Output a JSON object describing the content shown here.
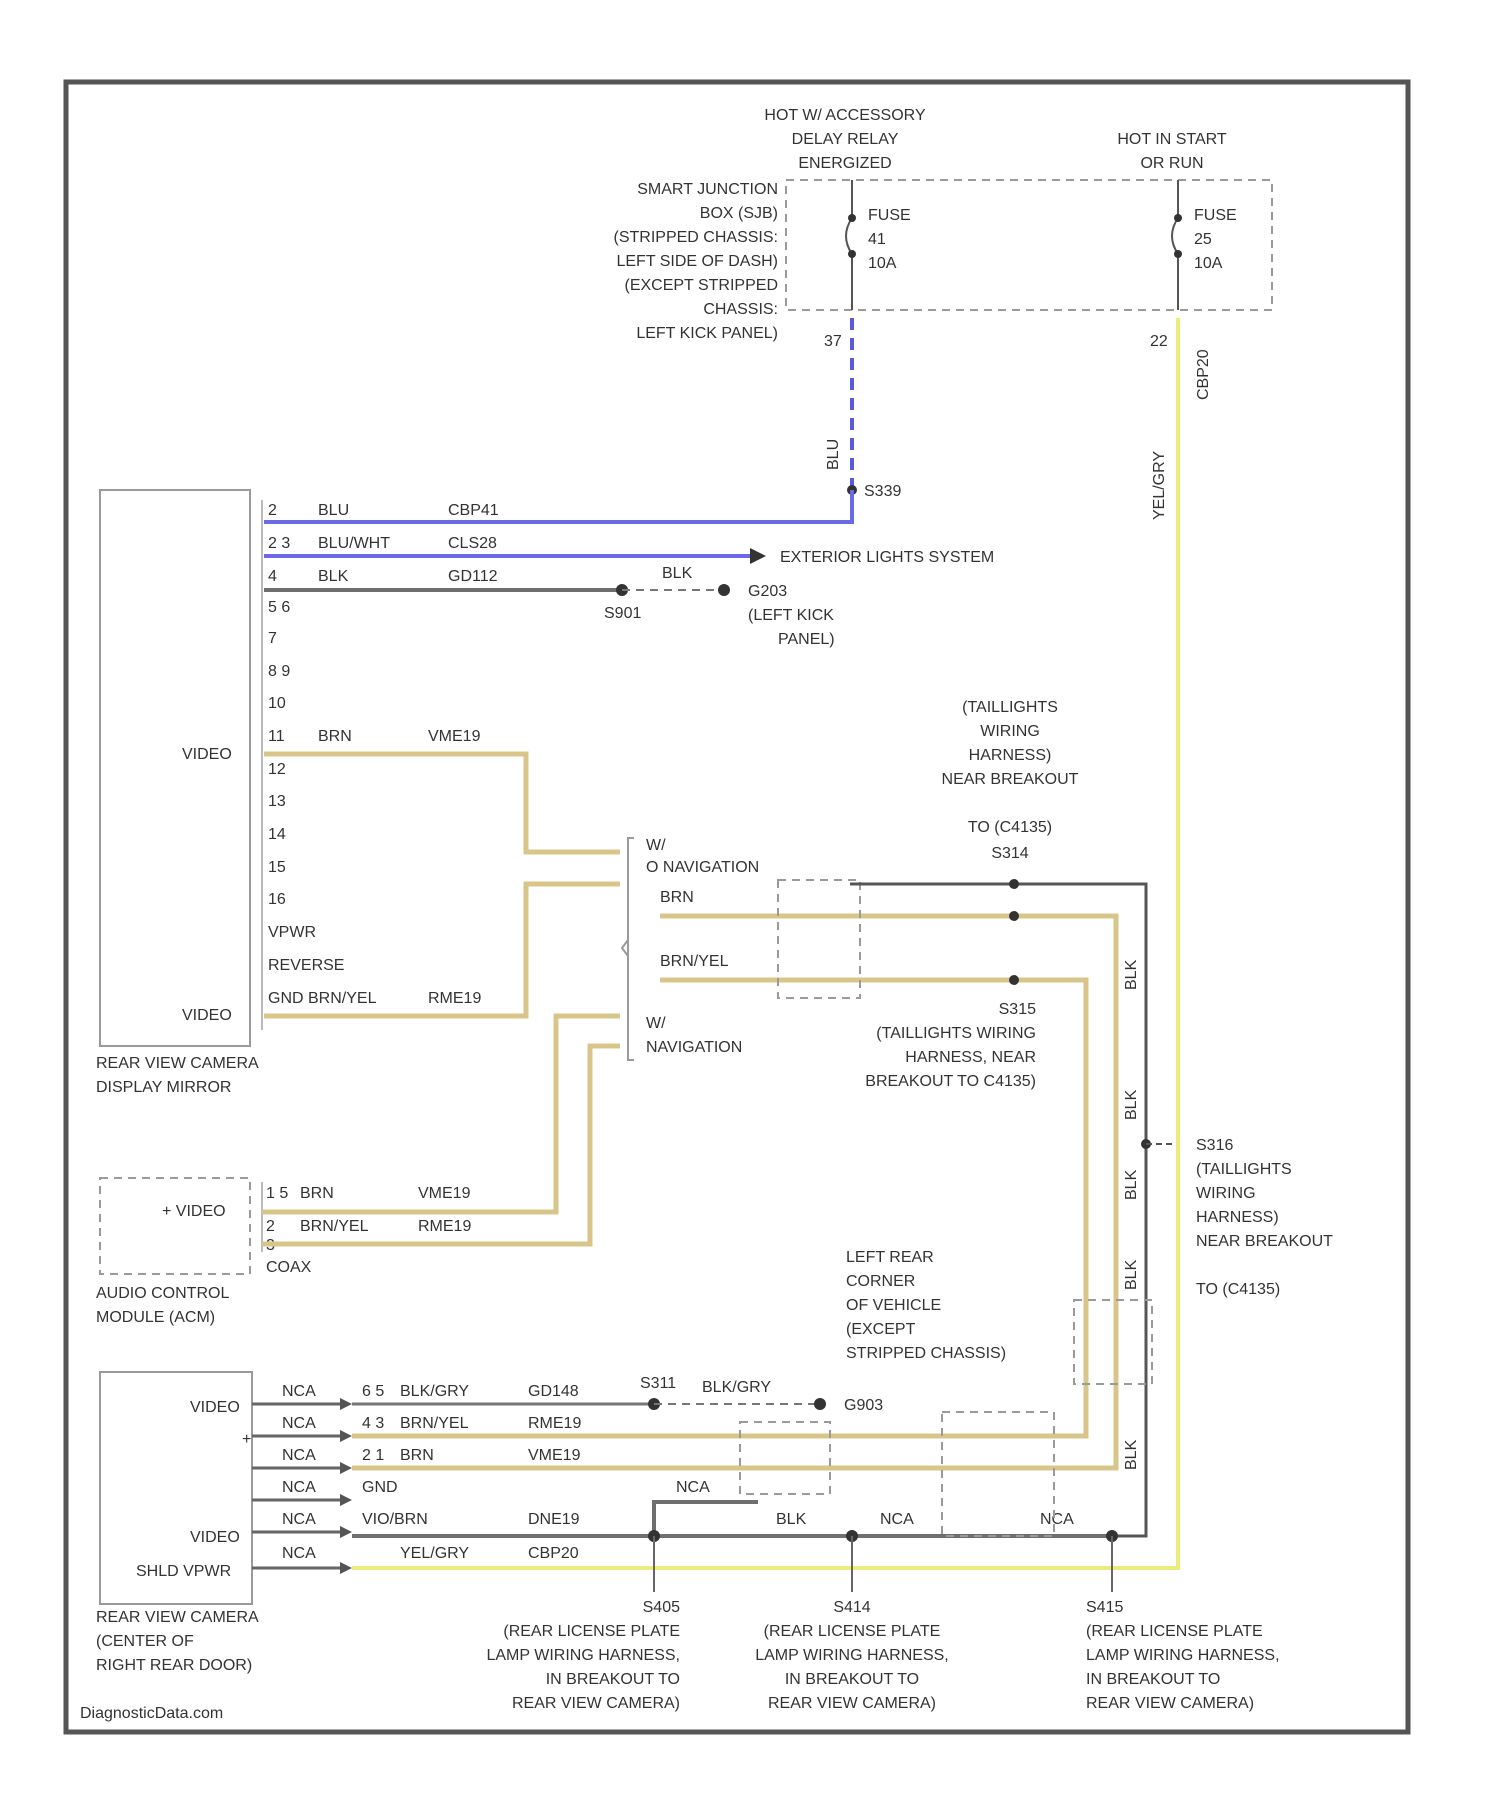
{
  "source_label": "DiagnosticData.com",
  "top": {
    "hot_accessory": [
      "HOT W/ ACCESSORY",
      "DELAY RELAY",
      "ENERGIZED"
    ],
    "hot_start": [
      "HOT IN START",
      "OR RUN"
    ],
    "sjb": [
      "SMART JUNCTION",
      "BOX (SJB)",
      "(STRIPPED CHASSIS:",
      "LEFT SIDE OF DASH)",
      "(EXCEPT STRIPPED",
      "CHASSIS:",
      "LEFT KICK PANEL)"
    ],
    "fuse_a": [
      "FUSE",
      "41",
      "10A"
    ],
    "fuse_b": [
      "FUSE",
      "25",
      "10A"
    ],
    "pin_a": "37",
    "pin_b": "22",
    "wire_a": "BLU",
    "wire_b": "YEL/GRY",
    "wire_b_circuit": "CBP20"
  },
  "mirror": {
    "title": [
      "REAR VIEW CAMERA",
      "DISPLAY MIRROR"
    ],
    "video_top": "VIDEO",
    "video_bottom": "VIDEO",
    "pins": [
      {
        "pin": "2",
        "color": "BLU",
        "circuit": "CBP41"
      },
      {
        "pin": "2 3",
        "color": "BLU/WHT",
        "circuit": "CLS28"
      },
      {
        "pin": "4",
        "color": "BLK",
        "circuit": "GD112"
      },
      {
        "pin": "5 6",
        "color": "",
        "circuit": ""
      },
      {
        "pin": "7",
        "color": "",
        "circuit": ""
      },
      {
        "pin": "8 9",
        "color": "",
        "circuit": ""
      },
      {
        "pin": "10",
        "color": "",
        "circuit": ""
      },
      {
        "pin": "11",
        "color": "BRN",
        "circuit": "VME19"
      },
      {
        "pin": "12",
        "color": "",
        "circuit": ""
      },
      {
        "pin": "13",
        "color": "",
        "circuit": ""
      },
      {
        "pin": "14",
        "color": "",
        "circuit": ""
      },
      {
        "pin": "15",
        "color": "",
        "circuit": ""
      },
      {
        "pin": "16",
        "color": "",
        "circuit": ""
      },
      {
        "pin": "VPWR",
        "color": "",
        "circuit": ""
      },
      {
        "pin": "REVERSE",
        "color": "",
        "circuit": ""
      },
      {
        "pin": "GND BRN/YEL",
        "color": "",
        "circuit": "RME19"
      }
    ]
  },
  "splices": {
    "s339": "S339",
    "s901": "S901",
    "s314_top": "S314",
    "s315": "S315",
    "s316": "S316",
    "s311": "S311",
    "s405": "S405",
    "s414": "S414",
    "s415": "S415"
  },
  "ground": {
    "blk": "BLK",
    "g203": "G203",
    "g203_loc": [
      "(LEFT KICK",
      "PANEL)"
    ],
    "g903": "G903"
  },
  "exterior": "EXTERIOR LIGHTS SYSTEM",
  "taillight": {
    "harness": [
      "(TAILLIGHTS",
      "WIRING",
      "HARNESS)",
      "NEAR BREAKOUT"
    ],
    "to": "TO (C4135)",
    "s314": "S314",
    "brn": "BRN",
    "brn_yel": "BRN/YEL",
    "s315_text": [
      "(TAILLIGHTS WIRING",
      "HARNESS, NEAR",
      "BREAKOUT TO C4135)"
    ],
    "s316_text": [
      "(TAILLIGHTS",
      "WIRING",
      "HARNESS)",
      "NEAR BREAKOUT"
    ],
    "s316_to": "TO (C4135)",
    "blk_labels": [
      "BLK",
      "BLK",
      "BLK",
      "BLK",
      "BLK"
    ]
  },
  "nav": {
    "w_nav": [
      "W/",
      "O NAVIGATION"
    ],
    "wo_nav": [
      "W/",
      "NAVIGATION"
    ]
  },
  "acm": {
    "title": [
      "AUDIO CONTROL",
      "MODULE (ACM)"
    ],
    "video": "+ VIDEO",
    "pins": [
      {
        "pin": "1 5",
        "color": "BRN",
        "circuit": "VME19"
      },
      {
        "pin": "2",
        "color": "BRN/YEL",
        "circuit": "RME19"
      },
      {
        "pin": "3",
        "color": "",
        "circuit": ""
      }
    ],
    "coax": "COAX"
  },
  "left_rear": [
    "LEFT REAR",
    "CORNER",
    "OF VEHICLE",
    "(EXCEPT",
    "STRIPPED CHASSIS)"
  ],
  "camera": {
    "title": [
      "REAR VIEW CAMERA",
      "(CENTER OF",
      "RIGHT REAR DOOR)"
    ],
    "labels": [
      "VIDEO",
      "+",
      "",
      "",
      "VIDEO",
      "SHLD VPWR"
    ],
    "wires": [
      {
        "nca": "NCA",
        "pin": "6 5",
        "color": "BLK/GRY",
        "circuit": "GD148"
      },
      {
        "nca": "NCA",
        "pin": "4 3",
        "color": "BRN/YEL",
        "circuit": "RME19"
      },
      {
        "nca": "NCA",
        "pin": "2 1",
        "color": "BRN",
        "circuit": "VME19"
      },
      {
        "nca": "NCA",
        "pin": "",
        "color": "GND",
        "circuit": ""
      },
      {
        "nca": "NCA",
        "pin": "",
        "color": "VIO/BRN",
        "circuit": "DNE19"
      },
      {
        "nca": "NCA",
        "pin": "",
        "color": "YEL/GRY",
        "circuit": "CBP20"
      }
    ],
    "s311_wire": "BLK/GRY",
    "nca_up": "NCA",
    "blk_mid": "BLK",
    "nca_mid": "NCA",
    "nca_right": "NCA"
  },
  "bottom": {
    "s405_text": [
      "(REAR LICENSE PLATE",
      "LAMP WIRING HARNESS,",
      "IN BREAKOUT TO",
      "REAR VIEW CAMERA)"
    ],
    "s414_text": [
      "(REAR LICENSE PLATE",
      "LAMP WIRING HARNESS,",
      "IN BREAKOUT TO",
      "REAR VIEW CAMERA)"
    ],
    "s415_text": [
      "(REAR LICENSE PLATE",
      "LAMP WIRING HARNESS,",
      "IN BREAKOUT TO",
      "REAR VIEW CAMERA)"
    ]
  }
}
